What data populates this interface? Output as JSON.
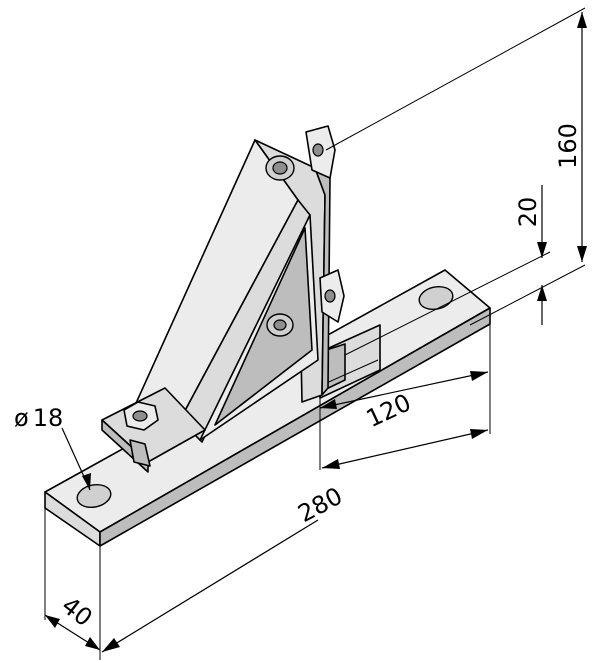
{
  "dimensions": {
    "height_total": "160",
    "offset_20": "20",
    "length_120": "120",
    "length_280": "280",
    "width_40": "40",
    "hole_diameter_symbol": "ø",
    "hole_diameter_value": "18"
  }
}
